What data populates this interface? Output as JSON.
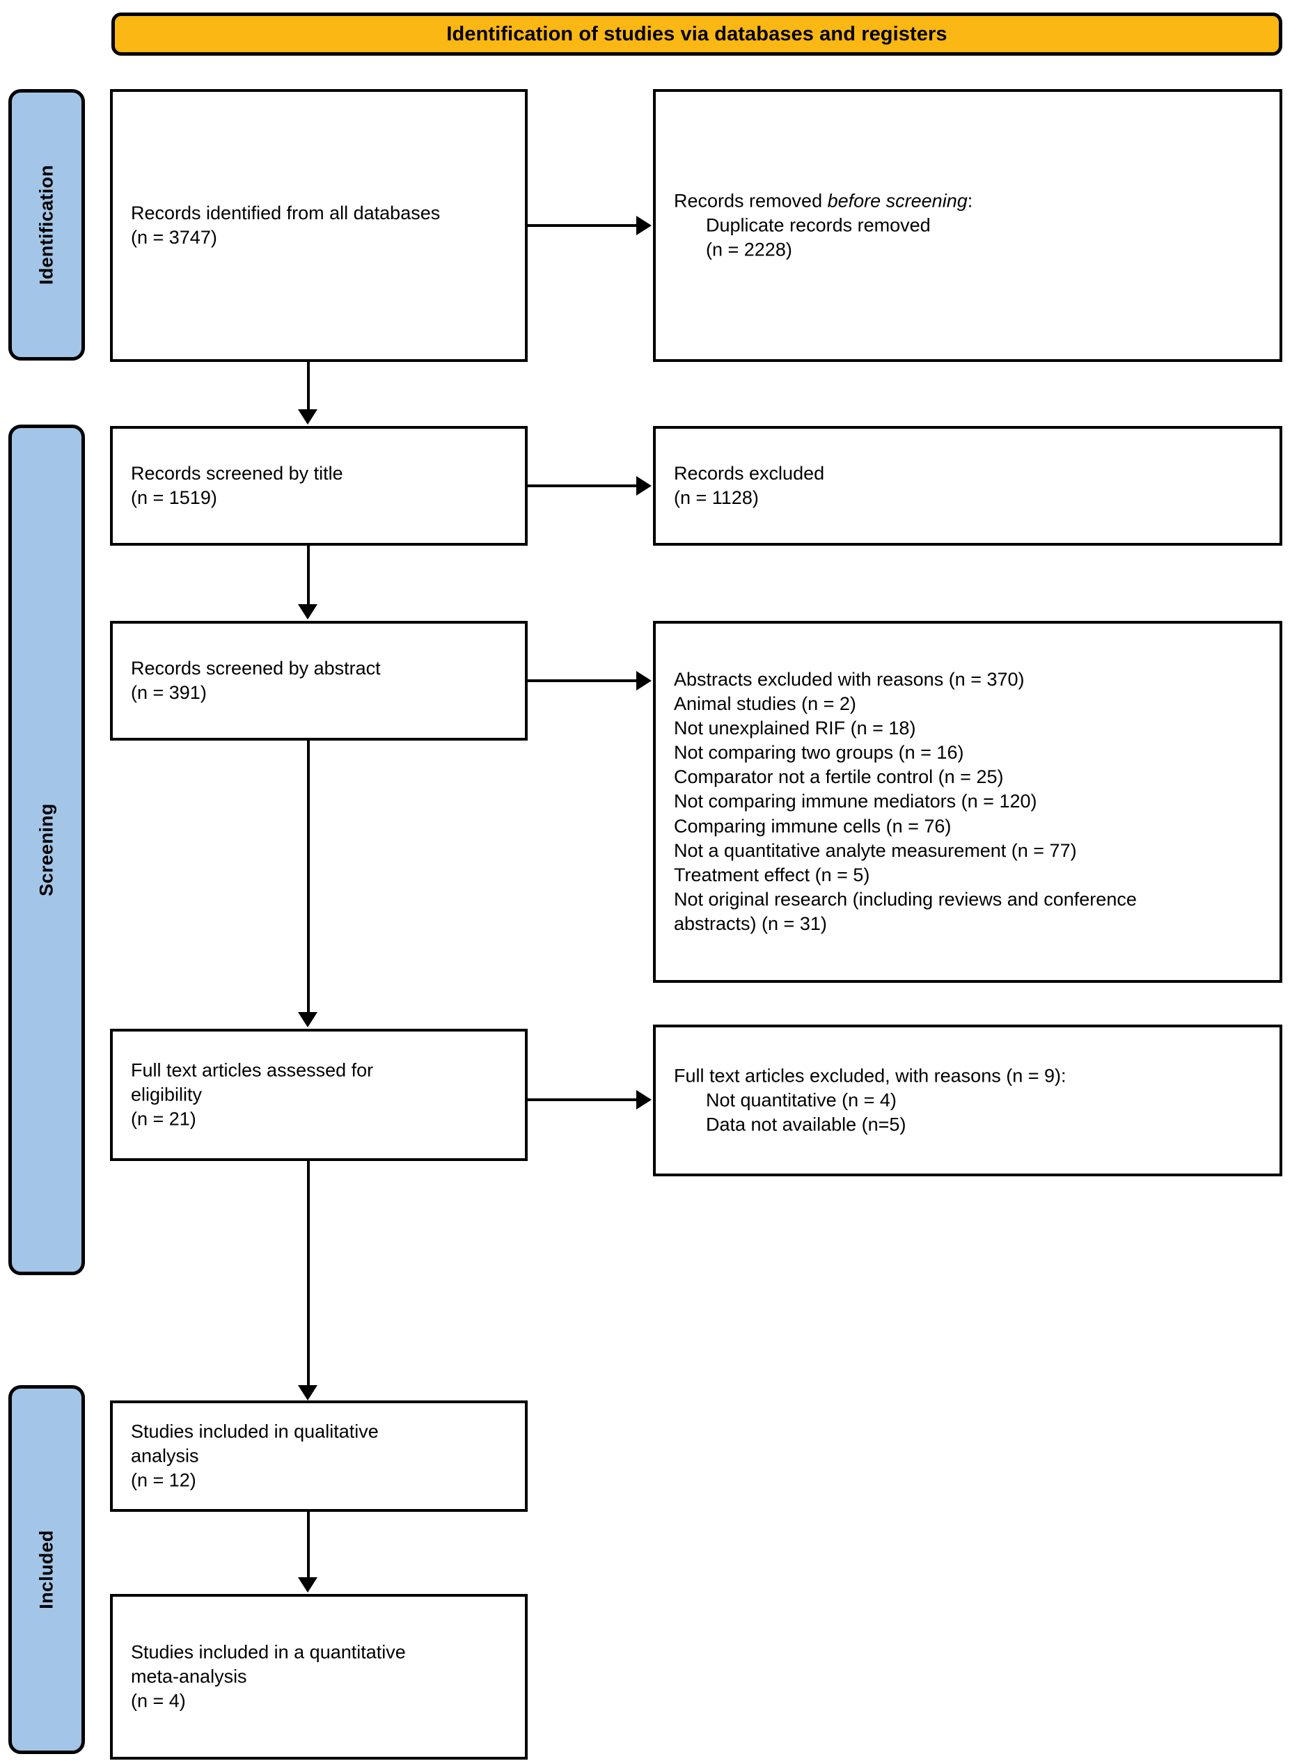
{
  "banner": {
    "title": "Identification of studies via databases and registers",
    "color": "#FBB713"
  },
  "stages": {
    "color": "#A3C6E8",
    "identification": "Identification",
    "screening": "Screening",
    "included": "Included"
  },
  "boxes": {
    "identified": {
      "line1": "Records identified from all databases",
      "line2": "(n = 3747)"
    },
    "removed": {
      "line1_a": "Records removed ",
      "line1_b": "before screening",
      "line1_c": ":",
      "line2": "Duplicate records removed",
      "line3": "(n = 2228)"
    },
    "screened_title": {
      "line1": "Records screened by title",
      "line2": "(n = 1519)"
    },
    "excluded_title": {
      "line1": "Records excluded",
      "line2": "(n = 1128)"
    },
    "screened_abstract": {
      "line1": "Records screened by abstract",
      "line2": "(n = 391)"
    },
    "excluded_abstract": {
      "lines": [
        "Abstracts excluded with reasons (n = 370)",
        "Animal studies (n = 2)",
        "Not unexplained RIF (n = 18)",
        "Not comparing two groups (n = 16)",
        "Comparator not a fertile control (n = 25)",
        "Not comparing immune mediators (n = 120)",
        "Comparing immune cells (n = 76)",
        "Not a quantitative analyte measurement (n = 77)",
        "Treatment effect (n = 5)",
        "Not original research (including reviews and conference",
        "abstracts) (n = 31)"
      ]
    },
    "fulltext": {
      "line1": "Full text articles assessed for",
      "line2": "eligibility",
      "line3": "(n = 21)"
    },
    "excluded_fulltext": {
      "line1": "Full text articles excluded, with reasons (n = 9):",
      "line2": "Not quantitative  (n = 4)",
      "line3": "Data not available (n=5)"
    },
    "qualitative": {
      "line1": "Studies included in qualitative",
      "line2": "analysis",
      "line3": "(n = 12)"
    },
    "quantitative": {
      "line1": "Studies included in a quantitative",
      "line2": "meta-analysis",
      "line3": "(n = 4)"
    }
  }
}
